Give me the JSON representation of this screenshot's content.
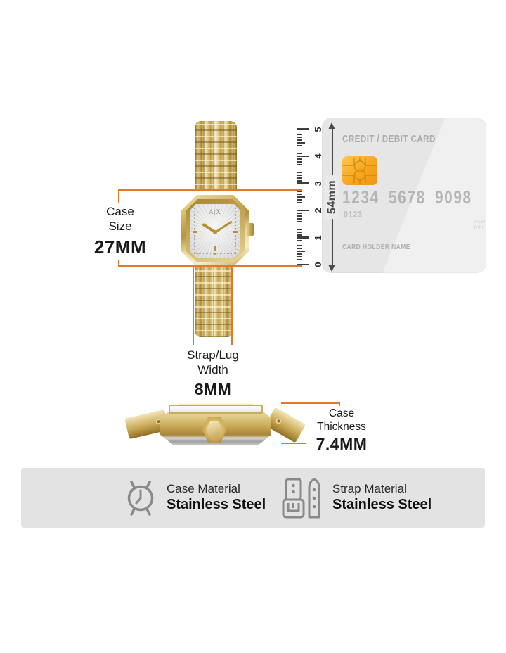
{
  "colors": {
    "accent_orange": "#e0782d",
    "gold": "#cfae58",
    "card_background": "#e8e8e8",
    "card_text_gray": "#b2b2b2",
    "chip_gold": "#f7a823",
    "measure_gray": "#4a4a4a",
    "bar_background": "#e3e3e3",
    "icon_gray": "#8a8a8a",
    "text_dark": "#1a1a1a"
  },
  "watch": {
    "dial_logo": "A|X"
  },
  "annotations": {
    "case_size": {
      "label_lines": [
        "Case",
        "Size"
      ],
      "value": "27MM"
    },
    "strap_width": {
      "label_lines": [
        "Strap/Lug",
        "Width"
      ],
      "value": "8MM"
    },
    "case_thickness": {
      "label": "Case Thickness",
      "value": "7.4MM"
    }
  },
  "ruler": {
    "numbers": [
      "0",
      "1",
      "2",
      "3",
      "4",
      "5"
    ]
  },
  "scale_reference": {
    "height_label": "54mm"
  },
  "card": {
    "title": "CREDIT / DEBIT CARD",
    "number_groups": [
      "1234",
      "5678",
      "9098"
    ],
    "sub_number": "0123",
    "holder_label": "CARD HOLDER NAME",
    "valid_thru": "VALID THRU"
  },
  "materials": {
    "case": {
      "label": "Case Material",
      "value": "Stainless Steel"
    },
    "strap": {
      "label": "Strap Material",
      "value": "Stainless Steel"
    }
  }
}
